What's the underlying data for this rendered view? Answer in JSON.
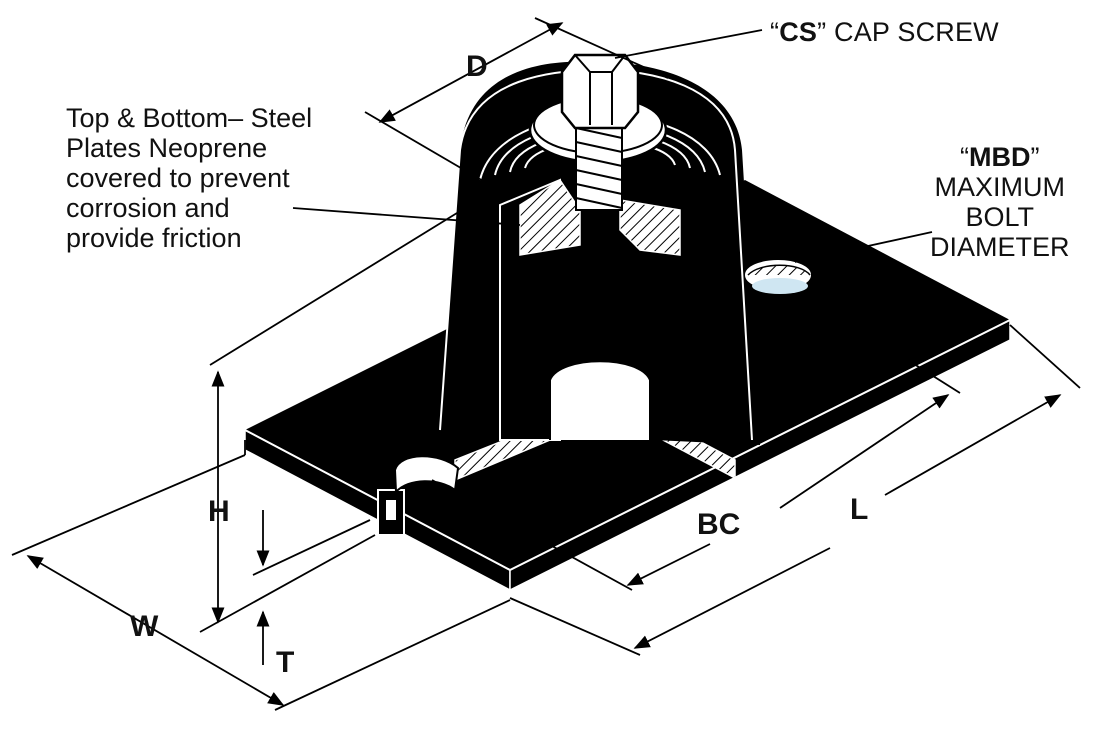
{
  "labels": {
    "cs": {
      "quote_open": "“",
      "code": "CS",
      "quote_close": "”",
      "rest": " CAP SCREW"
    },
    "mbd": {
      "quote_open": "“",
      "code": "MBD",
      "quote_close": "”",
      "lines": [
        "MAXIMUM",
        "BOLT",
        "DIAMETER"
      ]
    },
    "plates": [
      "Top & Bottom– Steel",
      "Plates Neoprene",
      "covered to prevent",
      "corrosion and",
      "provide friction"
    ],
    "dims": {
      "D": "D",
      "H": "H",
      "T": "T",
      "W": "W",
      "BC": "BC",
      "L": "L"
    }
  },
  "colors": {
    "body": "#000000",
    "ink": "#111111",
    "hole_tint": "#cfe6f2",
    "paper": "#ffffff"
  },
  "icons": [
    "cap-screw-icon",
    "washer-icon",
    "neoprene-mount-icon",
    "base-plate-icon",
    "mounting-hole-icon"
  ]
}
